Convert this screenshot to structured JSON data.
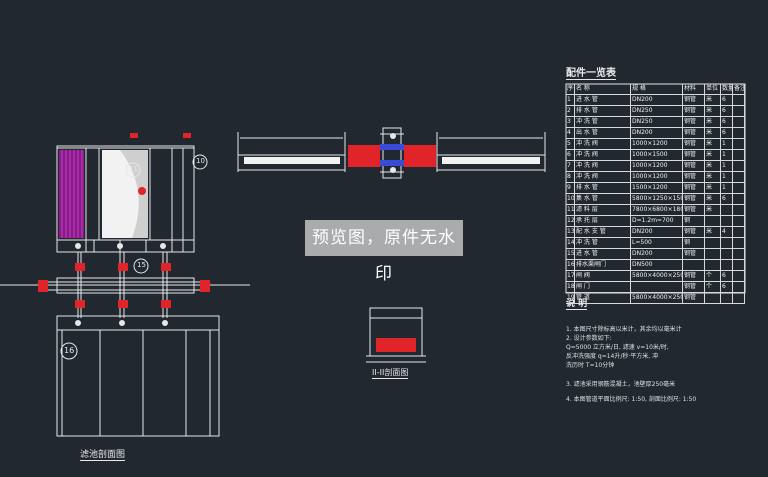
{
  "drawing": {
    "parts_table_title": "配件一览表",
    "parts_table": {
      "headers": [
        "序号",
        "名 称",
        "规 格",
        "材料",
        "单位",
        "数量",
        "备注"
      ],
      "rows": [
        [
          "1",
          "进 水 管",
          "DN200",
          "钢管",
          "米",
          "6",
          ""
        ],
        [
          "2",
          "排 水 管",
          "DN250",
          "钢管",
          "米",
          "6",
          ""
        ],
        [
          "3",
          "冲 洗 管",
          "DN250",
          "钢管",
          "米",
          "6",
          ""
        ],
        [
          "4",
          "出 水 管",
          "DN200",
          "钢管",
          "米",
          "6",
          ""
        ],
        [
          "5",
          "冲 洗 阀",
          "1000×1200",
          "钢管",
          "米",
          "1",
          ""
        ],
        [
          "6",
          "冲 洗 阀",
          "1000×1500",
          "钢管",
          "米",
          "1",
          ""
        ],
        [
          "7",
          "冲 洗 阀",
          "1000×1200",
          "钢管",
          "米",
          "1",
          ""
        ],
        [
          "8",
          "冲 洗 阀",
          "1000×1200",
          "钢管",
          "米",
          "1",
          ""
        ],
        [
          "9",
          "排 水 管",
          "1500×1200",
          "钢管",
          "米",
          "1",
          ""
        ],
        [
          "10",
          "集 水 管",
          "5800×1250×1500",
          "钢管",
          "米",
          "6",
          ""
        ],
        [
          "11",
          "滤 料 层",
          "7800×6800×1800",
          "钢管",
          "米",
          "",
          ""
        ],
        [
          "12",
          "承 托 层",
          "D=1.2m=700",
          "钢",
          "",
          "",
          ""
        ],
        [
          "13",
          "配 水 支 管",
          "DN200",
          "钢管",
          "米",
          "4",
          ""
        ],
        [
          "14",
          "冲 洗 管",
          "L=500",
          "钢",
          "",
          "",
          ""
        ],
        [
          "15",
          "进 水 管",
          "DN200",
          "钢管",
          "",
          "",
          ""
        ],
        [
          "16",
          "排水渠闸门",
          "DN500",
          "",
          "",
          "",
          ""
        ],
        [
          "17",
          "闸   阀",
          "5800×4000×2500",
          "钢管",
          "个",
          "6",
          ""
        ],
        [
          "18",
          "闸   门",
          "",
          "钢管",
          "个",
          "6",
          ""
        ],
        [
          "19",
          "管   道",
          "5800×4000×2500",
          "钢管",
          "",
          "",
          ""
        ]
      ]
    },
    "notes_title": "说  明",
    "notes": [
      "1. 本图尺寸除标高以米计，其余均以毫米计",
      "2. 设计参数如下:",
      "   Q=5000  立方米/日, 滤速 v=10米/时,",
      "   反冲洗强度 q=14升/秒·平方米, 冲",
      "   洗历时 T=10分钟",
      "3. 滤池采用钢筋混凝土，池壁厚250毫米",
      "4. 本图管道平面比例尺: 1:50, 剖面比例尺: 1:50"
    ],
    "section_label": "II-II剖面图",
    "plan_label": "滤池剖面图",
    "callouts": {
      "c10": "10",
      "c11": "11",
      "c15": "15",
      "c16": "16"
    },
    "watermark": "预览图，原件无水印"
  },
  "colors": {
    "background": "#212830",
    "line": "#e8e8e8",
    "red": "#e0242a",
    "magenta": "#a020a0",
    "blue": "#3a4ad8"
  }
}
